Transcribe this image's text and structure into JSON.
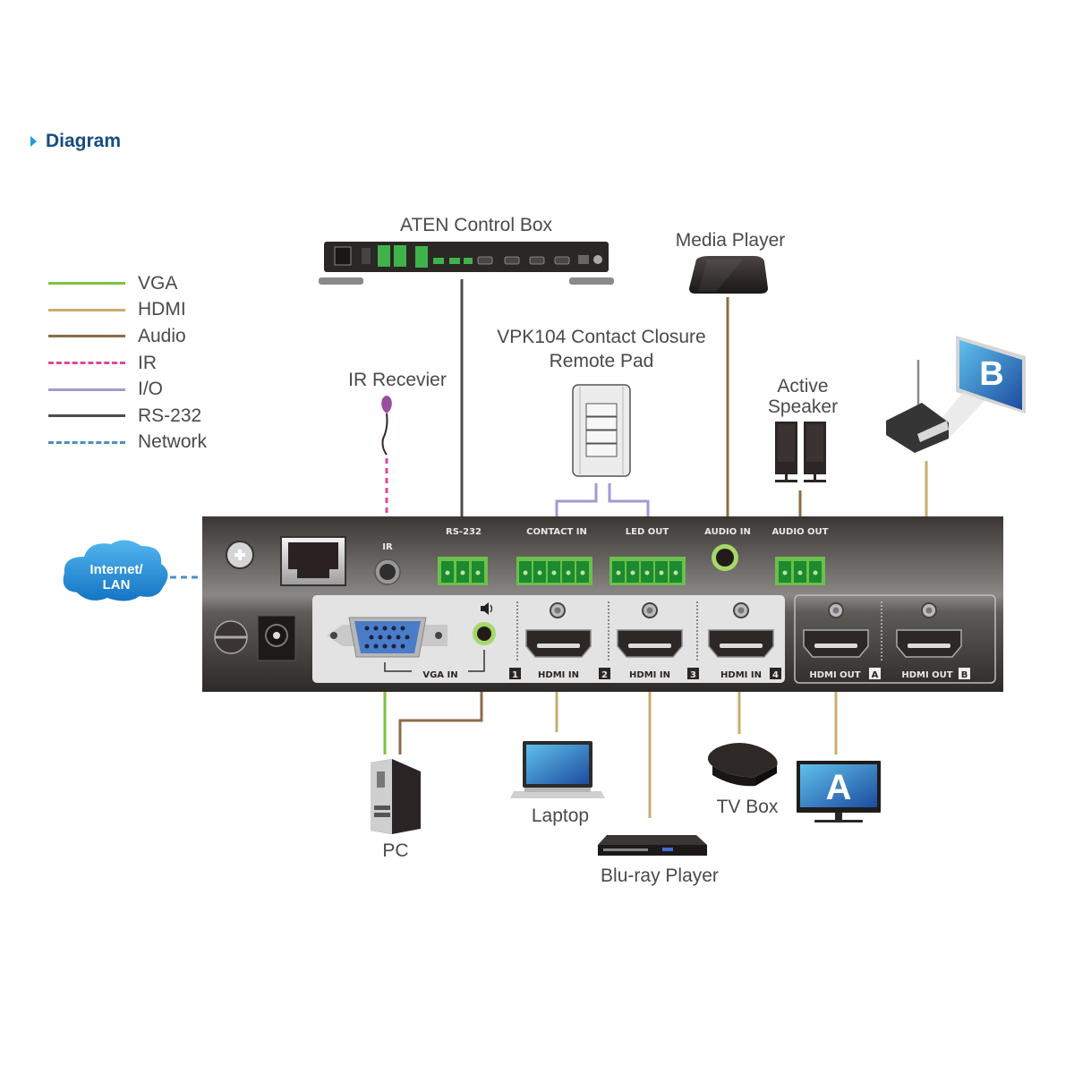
{
  "header": {
    "title": "Diagram",
    "accent_color": "#1e9be0",
    "title_color": "#164d7f"
  },
  "legend": [
    {
      "label": "VGA",
      "color": "#7dc241",
      "style": "solid"
    },
    {
      "label": "HDMI",
      "color": "#c8ac72",
      "style": "solid"
    },
    {
      "label": "Audio",
      "color": "#8c6c48",
      "style": "solid"
    },
    {
      "label": "IR",
      "color": "#e0479a",
      "style": "dashed"
    },
    {
      "label": "I/O",
      "color": "#a49ad0",
      "style": "solid"
    },
    {
      "label": "RS-232",
      "color": "#4d4d4d",
      "style": "solid"
    },
    {
      "label": "Network",
      "color": "#4a8fc8",
      "style": "dashed"
    }
  ],
  "devices": {
    "control_box": "ATEN Control Box",
    "media_player": "Media Player",
    "contact_pad_line1": "VPK104 Contact Closure",
    "contact_pad_line2": "Remote Pad",
    "ir_receiver": "IR Recevier",
    "active_speaker_line1": "Active",
    "active_speaker_line2": "Speaker",
    "network_cloud_line1": "Internet/",
    "network_cloud_line2": "LAN",
    "pc": "PC",
    "laptop": "Laptop",
    "bluray": "Blu-ray Player",
    "tv_box": "TV Box",
    "display_a_letter": "A",
    "projector_b_letter": "B"
  },
  "panel": {
    "top_ports": {
      "ir": "IR",
      "rs232": "RS-232",
      "contact_in": "CONTACT IN",
      "led_out": "LED OUT",
      "audio_in": "AUDIO IN",
      "audio_out": "AUDIO OUT"
    },
    "inputs": {
      "vga_in": "VGA IN",
      "hdmi_in_1": "HDMI  IN",
      "hdmi_in_2": "HDMI IN",
      "hdmi_in_3": "HDMI IN",
      "num_1": "1",
      "num_2": "2",
      "num_3": "3",
      "num_4": "4"
    },
    "outputs": {
      "hdmi_out_a": "HDMI OUT",
      "hdmi_out_b": "HDMI OUT",
      "letter_a": "A",
      "letter_b": "B"
    }
  }
}
